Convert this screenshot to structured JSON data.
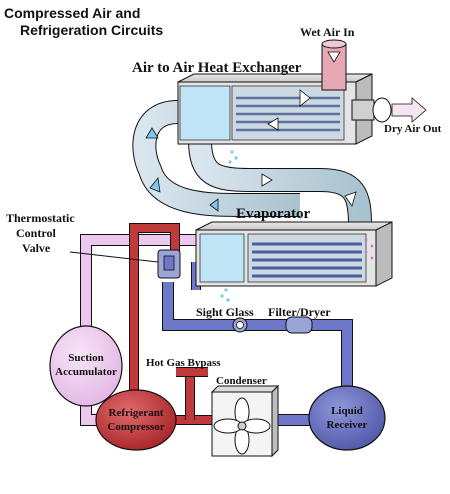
{
  "title": {
    "line1": "Compressed Air and",
    "line2": "Refrigeration Circuits"
  },
  "labels": {
    "wet_air_in": "Wet Air In",
    "heat_exchanger": "Air to Air Heat Exchanger",
    "dry_air_out": "Dry Air Out",
    "evaporator": "Evaporator",
    "thermostatic_line1": "Thermostatic",
    "thermostatic_line2": "Control",
    "thermostatic_line3": "Valve",
    "sight_glass": "Sight Glass",
    "filter_dryer": "Filter/Dryer",
    "suction_line1": "Suction",
    "suction_line2": "Accumulator",
    "hot_gas_bypass": "Hot Gas Bypass",
    "condenser": "Condenser",
    "compressor_line1": "Refrigerant",
    "compressor_line2": "Compressor",
    "receiver_line1": "Liquid",
    "receiver_line2": "Receiver"
  },
  "colors": {
    "hot_gas": "#c0393b",
    "suction": "#eec7ef",
    "liquid": "#6f78c8",
    "air_duct": "#9bb8c8",
    "water": "#7ec8ee"
  },
  "icons": {
    "fan": "fan-icon",
    "arrows": "flow-arrow-icon"
  }
}
